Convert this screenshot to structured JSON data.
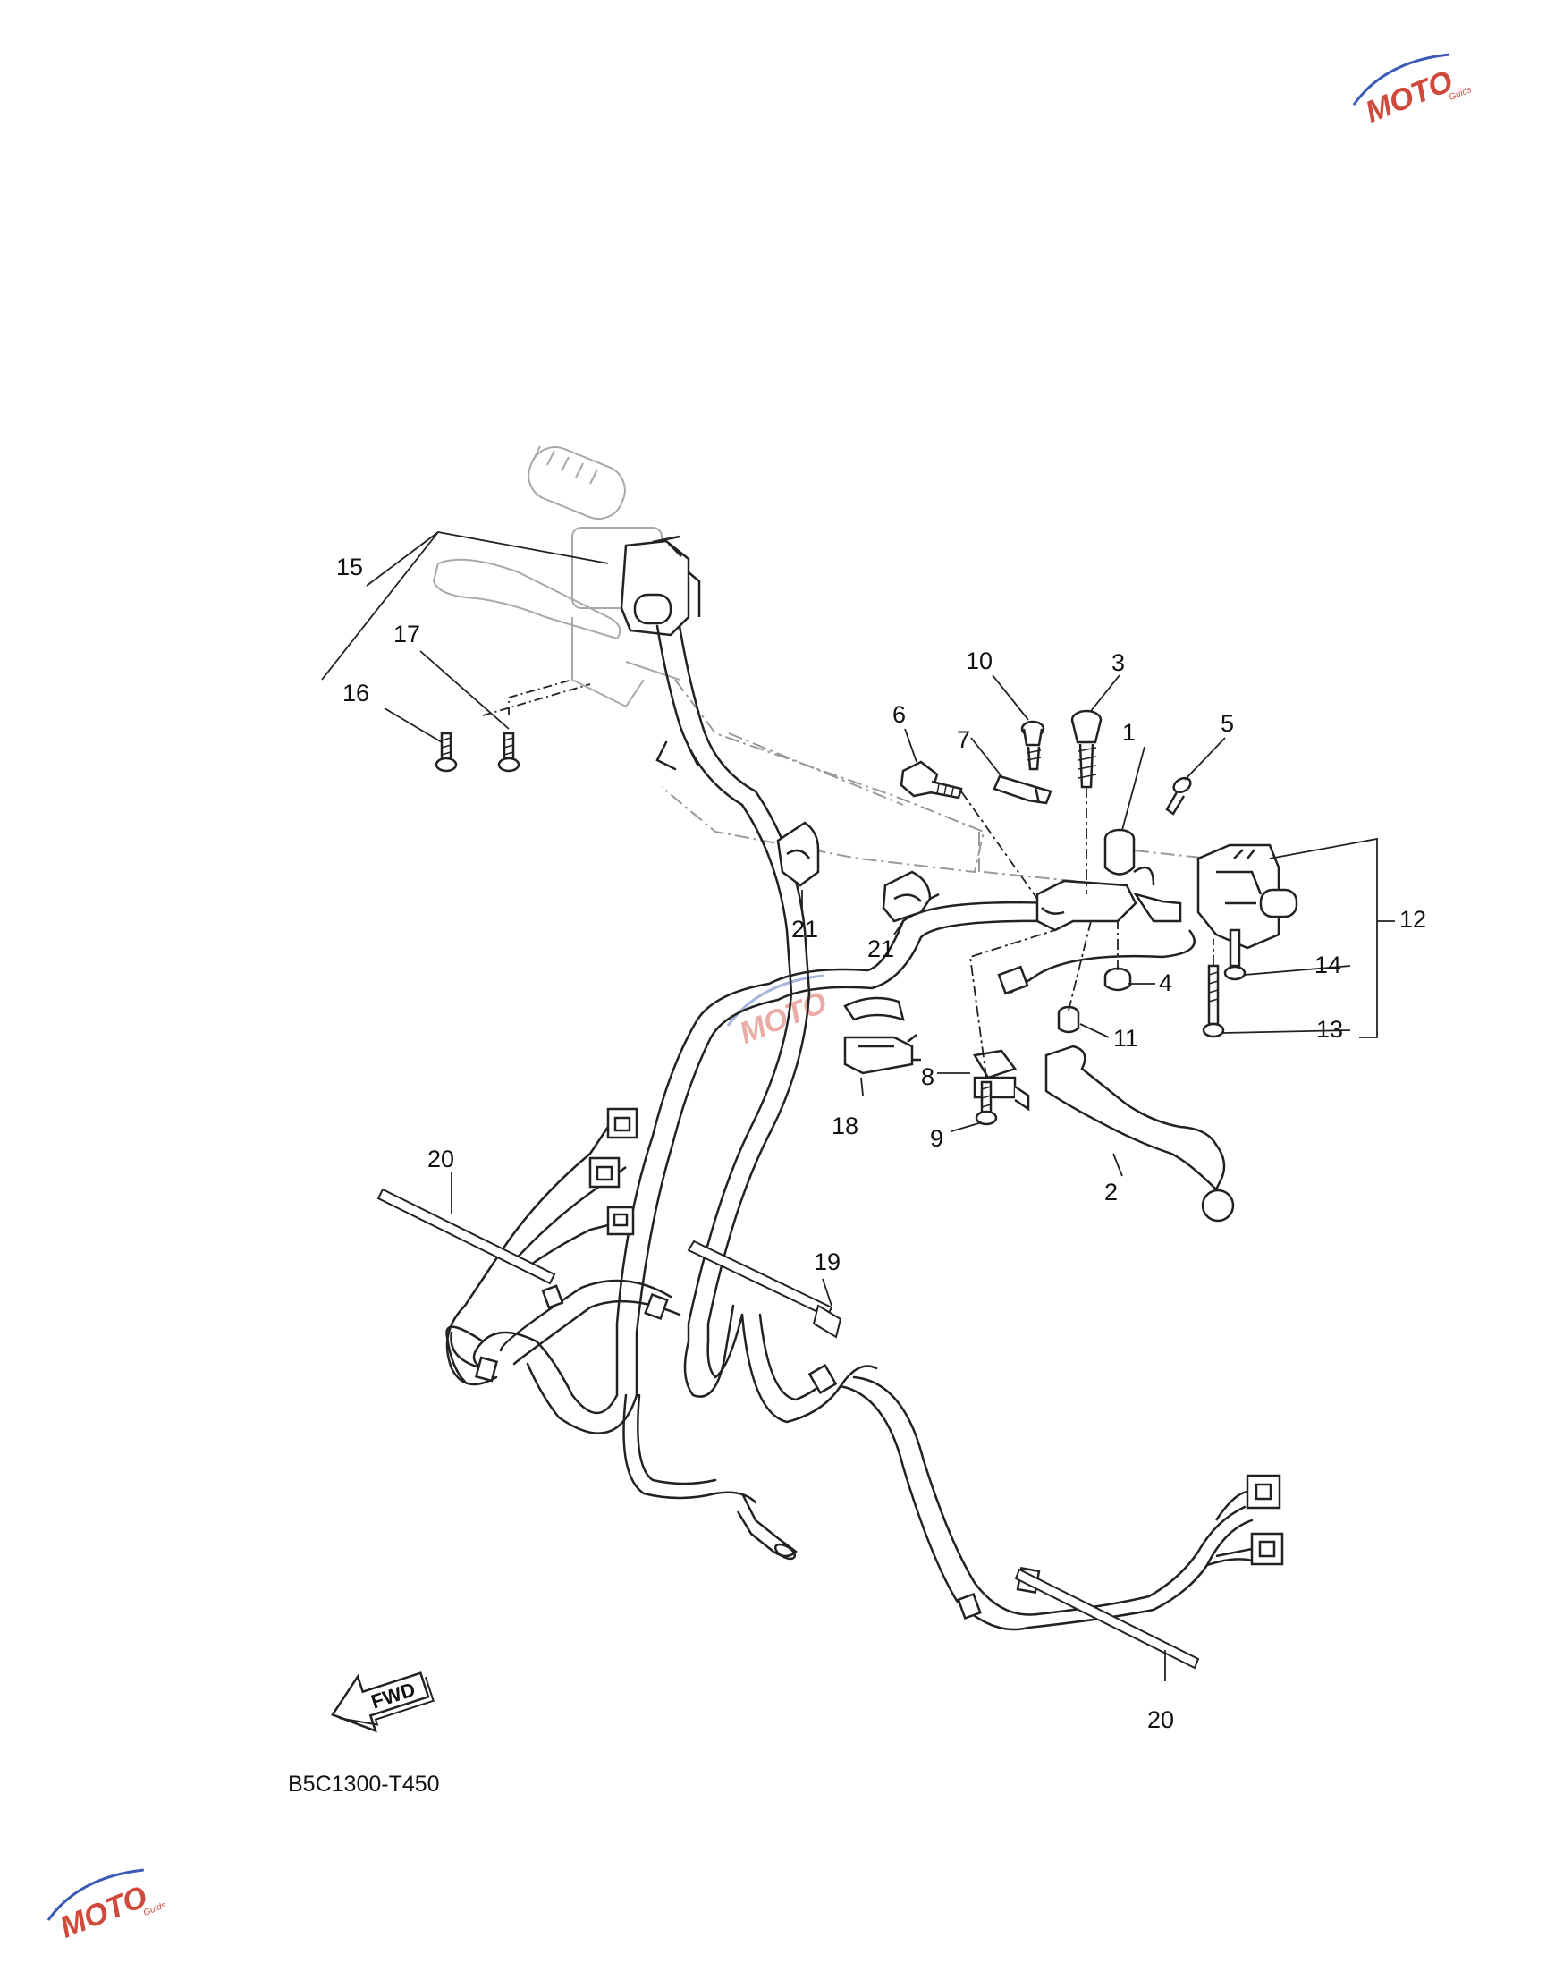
{
  "diagram_ref": "B5C1300-T450",
  "fwd_label": "FWD",
  "watermark": {
    "brand": "MOTO",
    "tagline": "Guids"
  },
  "callouts": [
    {
      "id": "1",
      "label": "1"
    },
    {
      "id": "2",
      "label": "2"
    },
    {
      "id": "3",
      "label": "3"
    },
    {
      "id": "4",
      "label": "4"
    },
    {
      "id": "5",
      "label": "5"
    },
    {
      "id": "6",
      "label": "6"
    },
    {
      "id": "7",
      "label": "7"
    },
    {
      "id": "8",
      "label": "8"
    },
    {
      "id": "9",
      "label": "9"
    },
    {
      "id": "10",
      "label": "10"
    },
    {
      "id": "11",
      "label": "11"
    },
    {
      "id": "12",
      "label": "12"
    },
    {
      "id": "13",
      "label": "13"
    },
    {
      "id": "14",
      "label": "14"
    },
    {
      "id": "15",
      "label": "15"
    },
    {
      "id": "16",
      "label": "16"
    },
    {
      "id": "17",
      "label": "17"
    },
    {
      "id": "18",
      "label": "18"
    },
    {
      "id": "19",
      "label": "19"
    },
    {
      "id": "20a",
      "label": "20"
    },
    {
      "id": "20b",
      "label": "20"
    },
    {
      "id": "21a",
      "label": "21"
    },
    {
      "id": "21b",
      "label": "21"
    }
  ]
}
